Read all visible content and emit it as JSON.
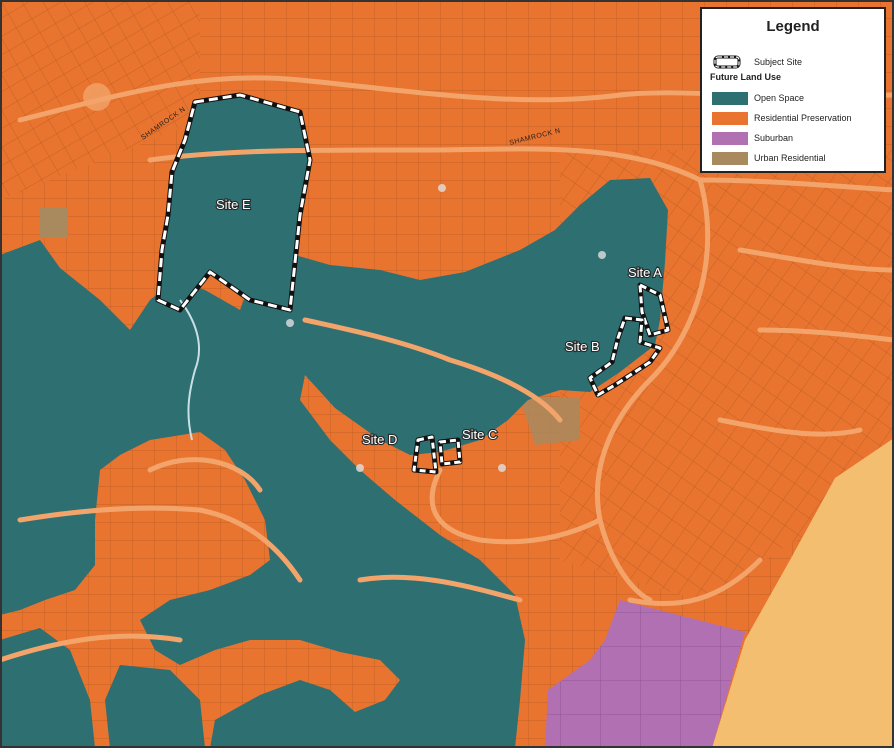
{
  "legend": {
    "title": "Legend",
    "subject_site": "Subject Site",
    "section": "Future Land Use",
    "items": [
      {
        "label": "Open Space",
        "color": "#2e6f72"
      },
      {
        "label": "Residential Preservation",
        "color": "#e8742f"
      },
      {
        "label": "Suburban",
        "color": "#b070b2"
      },
      {
        "label": "Urban Residential",
        "color": "#a98a5f"
      }
    ]
  },
  "colors": {
    "residential": "#e8742f",
    "open_space": "#2e6f72",
    "suburban": "#b070b2",
    "urban_residential": "#a98a5f",
    "unzoned": "#f4be70",
    "lot_lines": "#b85a22",
    "roads": "#f3a46a"
  },
  "sites": [
    {
      "label": "Site E"
    },
    {
      "label": "Site A"
    },
    {
      "label": "Site B"
    },
    {
      "label": "Site D"
    },
    {
      "label": "Site C"
    }
  ],
  "streets": [
    {
      "label": "SHAMROCK N"
    },
    {
      "label": "SHAMROCK N"
    }
  ]
}
